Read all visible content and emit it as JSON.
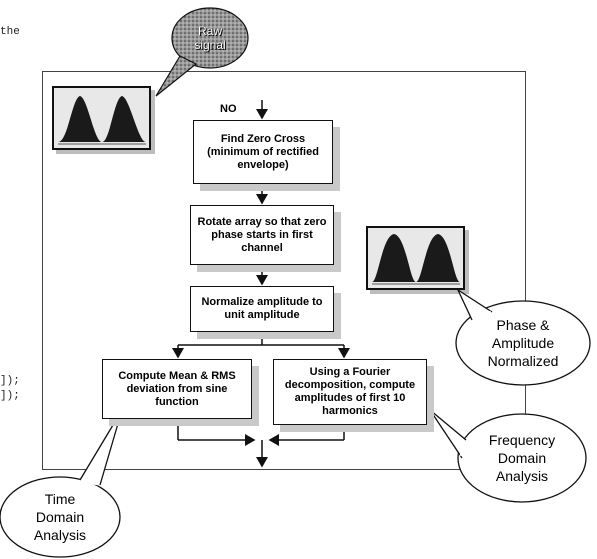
{
  "code_fragments": {
    "line1": "the",
    "line2": "]);",
    "line3": "]);"
  },
  "callouts": {
    "raw_signal": "Raw\nsignal",
    "phase_amplitude": "Phase &\nAmplitude\nNormalized",
    "frequency_domain": "Frequency\nDomain\nAnalysis",
    "time_domain": "Time\nDomain\nAnalysis"
  },
  "flow": {
    "decision_label": "NO",
    "step1": "Find Zero Cross (minimum of rectified envelope)",
    "step2": "Rotate array so that zero phase starts in first channel",
    "step3": "Normalize amplitude to unit amplitude",
    "step4_left": "Compute Mean & RMS deviation from sine function",
    "step4_right": "Using a Fourier decomposition, compute amplitudes of first 10 harmonics"
  },
  "colors": {
    "stroke": "#111111",
    "shadow": "#c9c9c9",
    "callout_fill": "#ffffff",
    "raw_bubble": "#8a8a8a",
    "waveform": "#1a1a1a"
  }
}
